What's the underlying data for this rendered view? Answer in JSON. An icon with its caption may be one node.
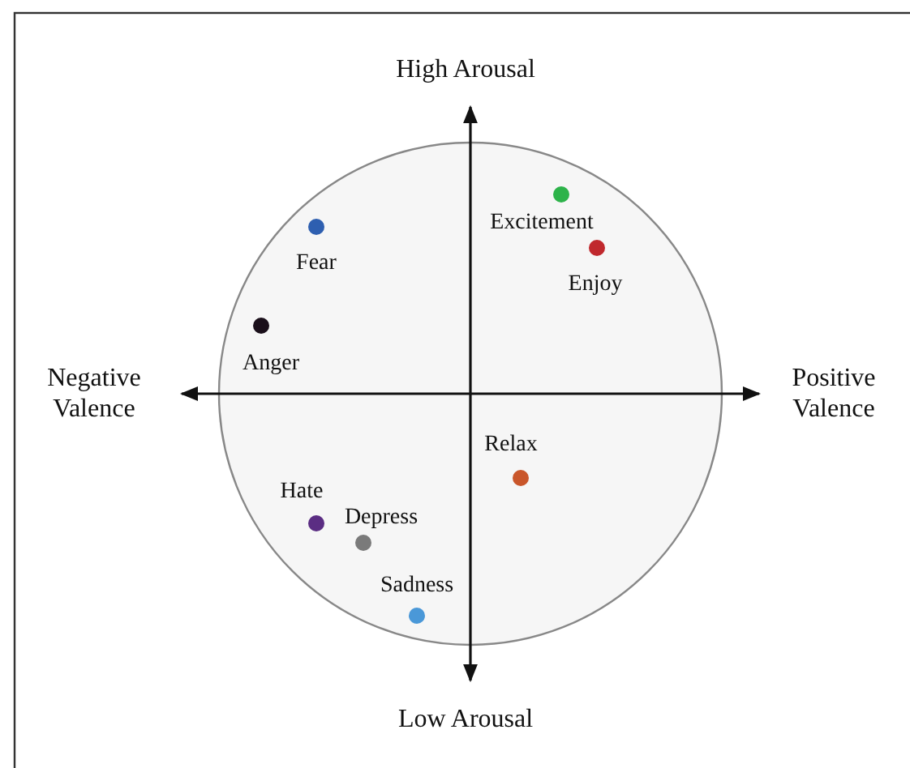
{
  "diagram": {
    "nodes": [
      {
        "text": [],
        "shape": "circle",
        "beside": [
          "Excitement"
        ]
      },
      {
        "text": [],
        "shape": "circle",
        "beside": [
          "Fear"
        ]
      },
      {
        "text": [],
        "shape": "circle",
        "beside": [
          "Enjoy"
        ]
      },
      {
        "text": [],
        "shape": "circle",
        "beside": [
          "Anger"
        ]
      },
      {
        "text": [],
        "shape": "circle",
        "beside": [
          "Relax"
        ]
      },
      {
        "text": [],
        "shape": "circle",
        "beside": [
          "Hate"
        ]
      },
      {
        "text": [],
        "shape": "circle",
        "beside": [
          "Depress"
        ]
      },
      {
        "text": [],
        "shape": "circle",
        "beside": [
          "Sadness"
        ]
      }
    ],
    "labels": [
      "High Arousal",
      "Negative Valence",
      "Positive Valence",
      "Low Arousal"
    ]
  }
}
